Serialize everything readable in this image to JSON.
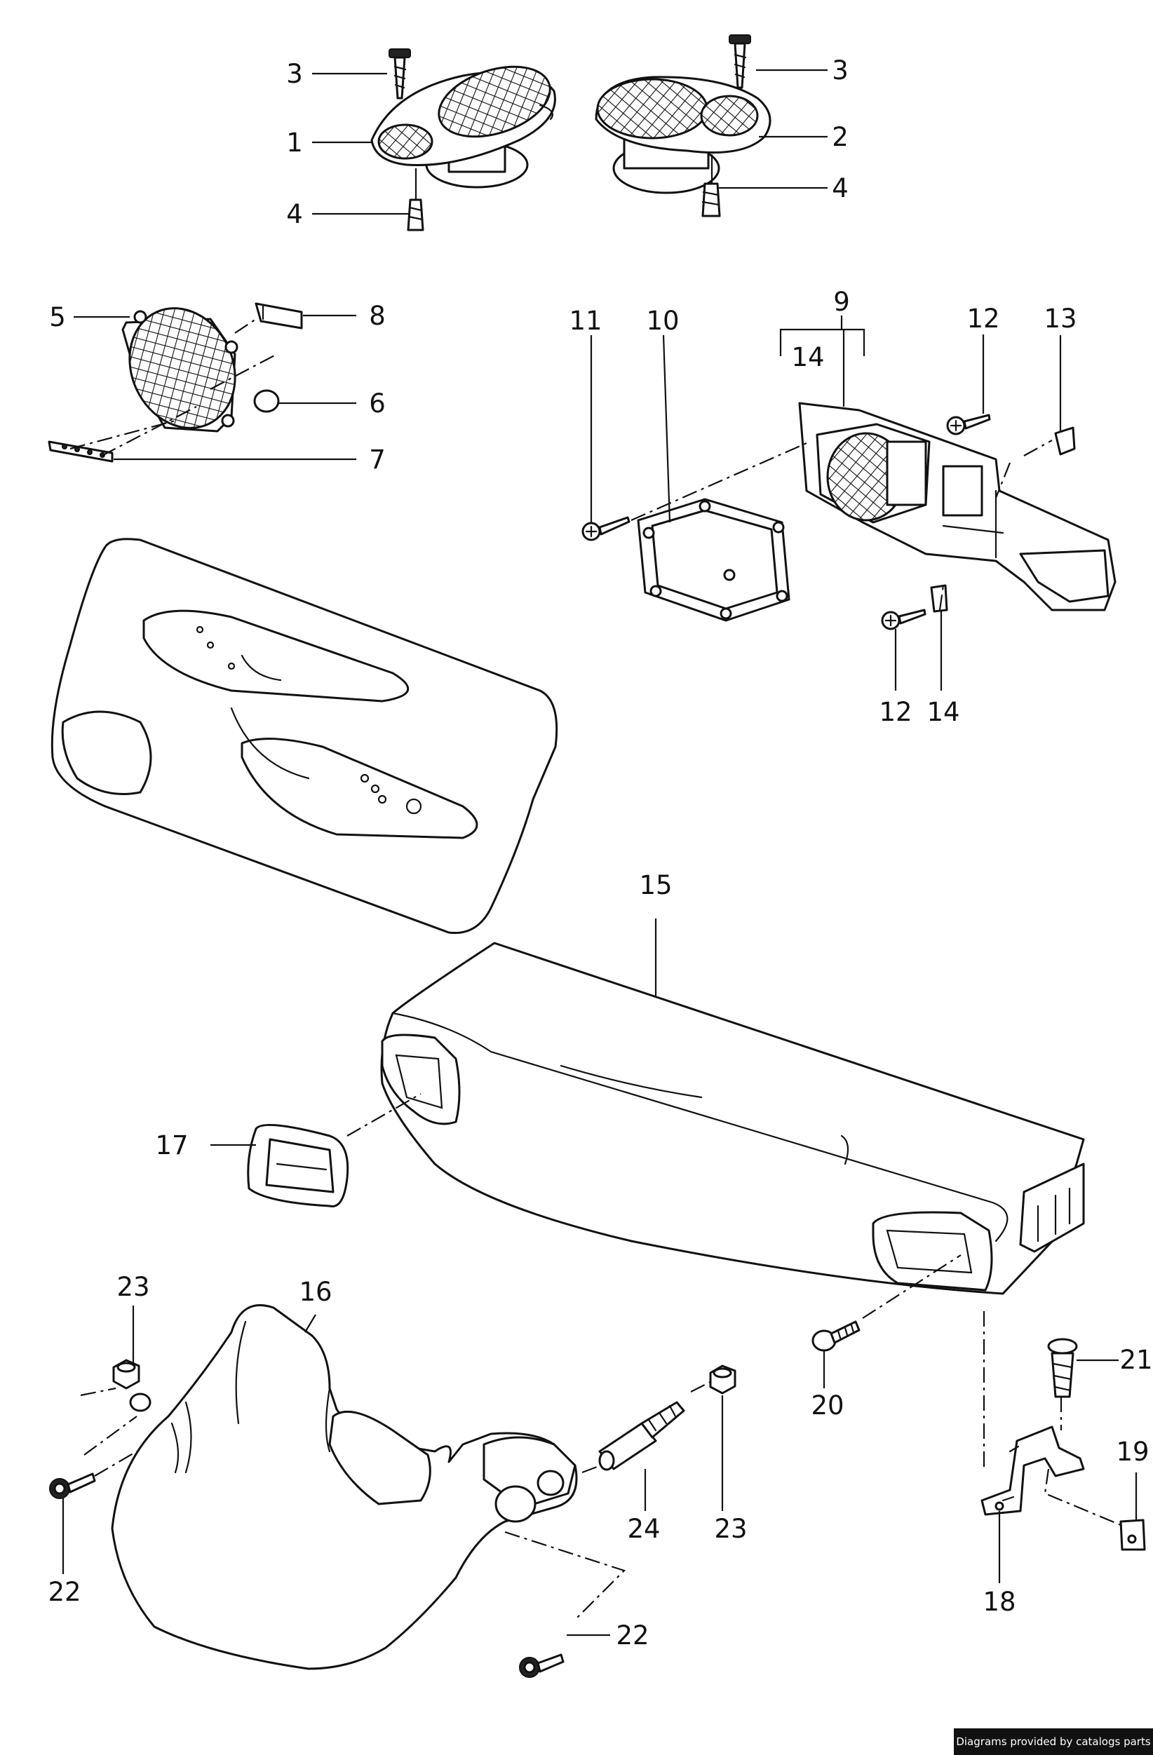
{
  "callouts": {
    "c1": "1",
    "c2": "2",
    "c3a": "3",
    "c3b": "3",
    "c4a": "4",
    "c4b": "4",
    "c5": "5",
    "c6": "6",
    "c7": "7",
    "c8": "8",
    "c9": "9",
    "c10": "10",
    "c11": "11",
    "c12a": "12",
    "c12b": "12",
    "c13": "13",
    "c14a": "14",
    "c14b": "14",
    "c15": "15",
    "c16": "16",
    "c17": "17",
    "c18": "18",
    "c19": "19",
    "c20": "20",
    "c21": "21",
    "c22a": "22",
    "c22b": "22",
    "c23a": "23",
    "c23b": "23",
    "c24": "24"
  },
  "credit": "Diagrams provided by catalogs parts",
  "colors": {
    "line": "#111111",
    "background": "#ffffff",
    "credit_bg": "#111111",
    "credit_text": "#ffffff"
  }
}
